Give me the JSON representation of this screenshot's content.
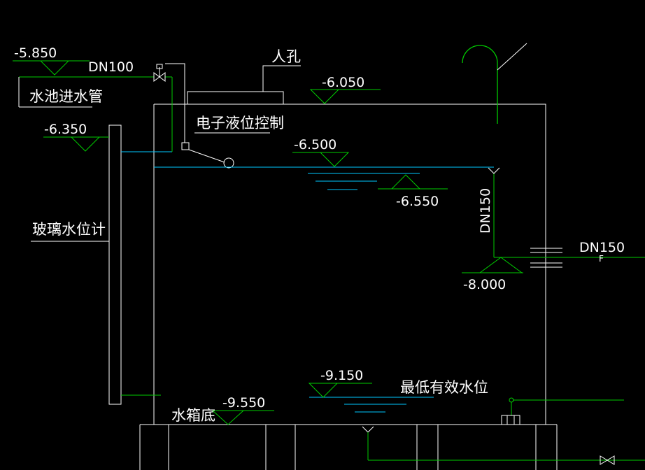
{
  "drawing": {
    "elevations": {
      "inlet": "-5.850",
      "manhole": "-6.050",
      "gauge_top": "-6.350",
      "control_level": "-6.500",
      "overflow_level": "-6.550",
      "outlet": "-8.000",
      "min_level": "-9.150",
      "tank_bottom": "-9.550"
    },
    "labels": {
      "inlet_pipe": "水池进水管",
      "inlet_dn": "DN100",
      "manhole": "人孔",
      "level_control": "电子液位控制",
      "glass_gauge": "玻璃水位计",
      "overflow_dn": "DN150",
      "outlet_dn": "DN150",
      "outlet_code": "F",
      "min_level": "最低有效水位",
      "tank_bottom": "水箱底"
    },
    "colors": {
      "background": "#000000",
      "structure": "#ffffff",
      "pipe": "#00cc00",
      "water": "#00c8ff"
    }
  }
}
